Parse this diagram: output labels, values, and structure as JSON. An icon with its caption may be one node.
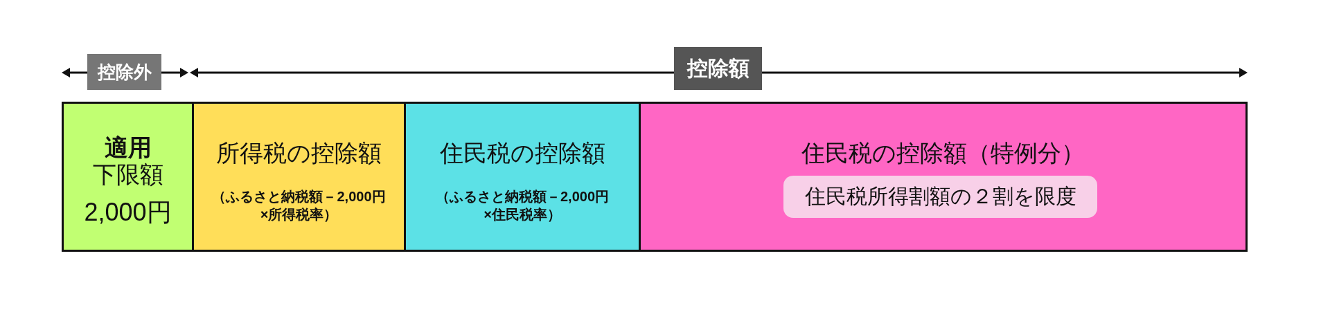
{
  "diagram": {
    "nodes": [
      {
        "text": [
          "控除外"
        ]
      },
      {
        "text": [
          "控除額"
        ]
      },
      {
        "text": [
          "**適用**下限額",
          "2,000円"
        ]
      },
      {
        "text": [
          "所得税の控除額",
          "（ふるさと納税額－2,000円×所得税率）"
        ]
      },
      {
        "text": [
          "住民税の控除額",
          "（ふるさと納税額－2,000円×住民税率）"
        ]
      },
      {
        "text": [
          "住民税の控除額（特例分）"
        ]
      },
      {
        "text": [
          "住民税所得割額の２割を限度"
        ],
        "in": 5
      }
    ]
  }
}
